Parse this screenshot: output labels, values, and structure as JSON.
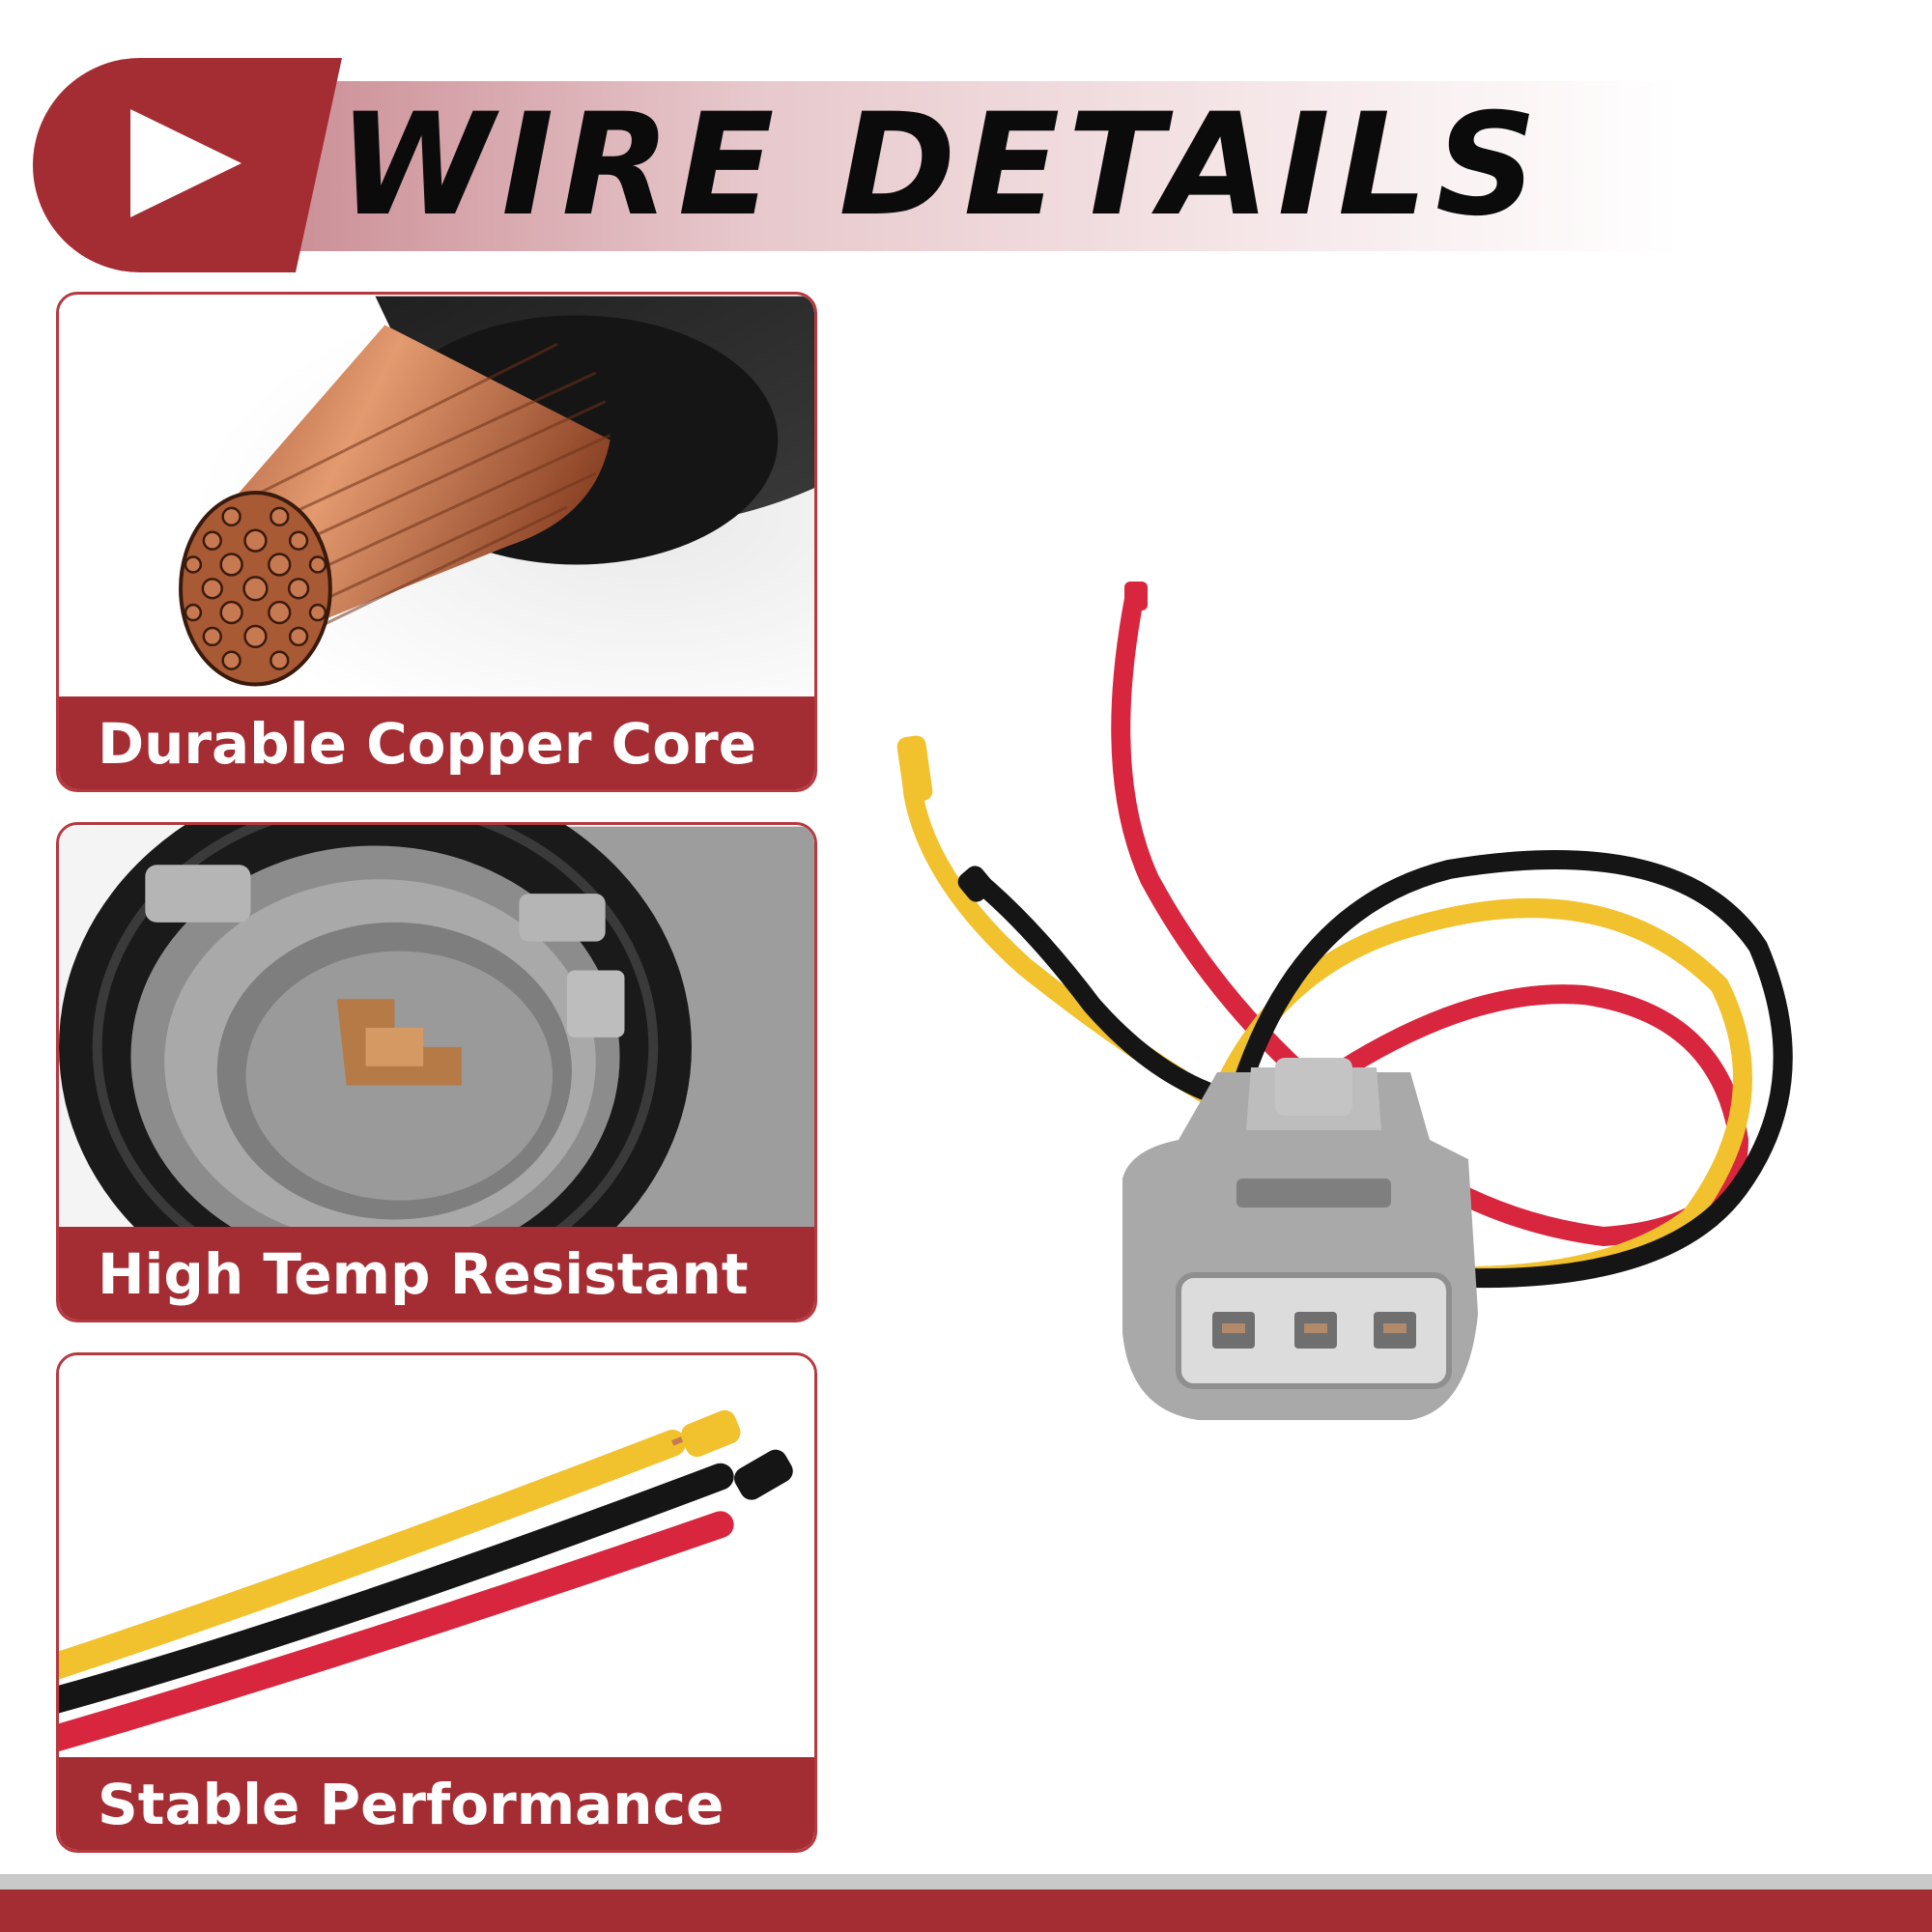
{
  "banner": {
    "title": "WIRE DETAILS",
    "icon": "play-icon",
    "accent_color": "#a42d33"
  },
  "features": [
    {
      "label": "Durable Copper Core",
      "icon": "copper-wire-icon"
    },
    {
      "label": "High Temp Resistant",
      "icon": "connector-socket-icon"
    },
    {
      "label": "Stable Performance",
      "icon": "three-wires-icon"
    }
  ],
  "product": {
    "icon": "wire-harness-connector-icon",
    "wire_colors": [
      "#d7263d",
      "#f2c12e",
      "#111111"
    ],
    "housing_color": "#a9a9a9"
  },
  "footer": {
    "color": "#a42d33"
  }
}
